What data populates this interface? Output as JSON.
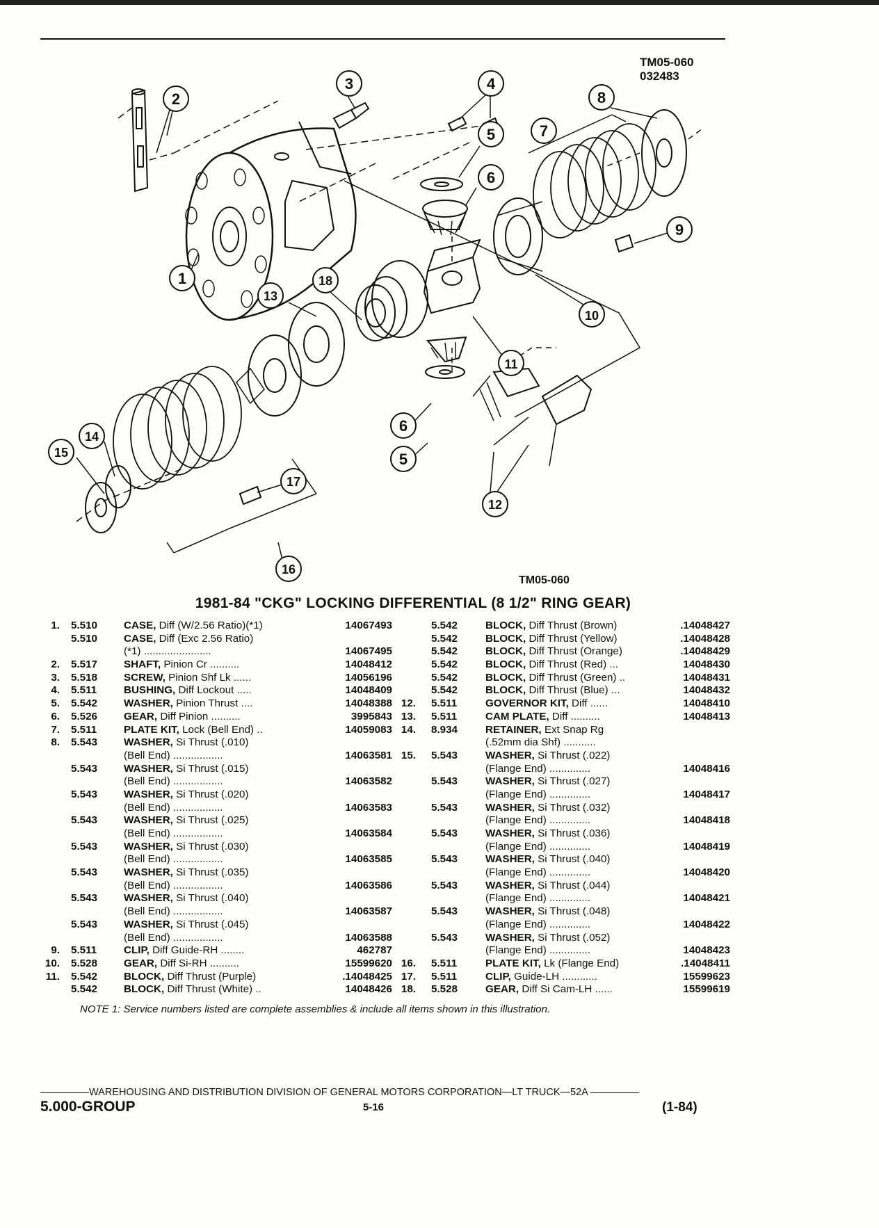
{
  "header": {
    "tm_code_top": "TM05-060",
    "tm_date": "032483",
    "tm_code_bottom": "TM05-060"
  },
  "diagram": {
    "callouts": [
      "1",
      "2",
      "3",
      "4",
      "5",
      "6",
      "7",
      "8",
      "9",
      "10",
      "11",
      "12",
      "13",
      "14",
      "15",
      "16",
      "17",
      "18",
      "6",
      "5"
    ]
  },
  "title": "1981-84 \"CKG\" LOCKING DIFFERENTIAL (8 1/2\" RING GEAR)",
  "parts_left": [
    {
      "num": "1.",
      "grp": "5.510",
      "name": "CASE,",
      "desc": " Diff (W/2.56 Ratio)(*1)",
      "pn": "14067493"
    },
    {
      "num": "",
      "grp": "5.510",
      "name": "CASE,",
      "desc": " Diff (Exc 2.56 Ratio)",
      "pn": ""
    },
    {
      "num": "",
      "grp": "",
      "name": "",
      "desc": "(*1) .......................",
      "pn": "14067495"
    },
    {
      "num": "2.",
      "grp": "5.517",
      "name": "SHAFT,",
      "desc": " Pinion Cr ..........",
      "pn": "14048412"
    },
    {
      "num": "3.",
      "grp": "5.518",
      "name": "SCREW,",
      "desc": " Pinion Shf Lk ......",
      "pn": "14056196"
    },
    {
      "num": "4.",
      "grp": "5.511",
      "name": "BUSHING,",
      "desc": " Diff Lockout .....",
      "pn": "14048409"
    },
    {
      "num": "5.",
      "grp": "5.542",
      "name": "WASHER,",
      "desc": " Pinion Thrust ....",
      "pn": "14048388"
    },
    {
      "num": "6.",
      "grp": "5.526",
      "name": "GEAR,",
      "desc": " Diff Pinion ..........",
      "pn": "3995843"
    },
    {
      "num": "7.",
      "grp": "5.511",
      "name": "PLATE KIT,",
      "desc": " Lock (Bell End) ..",
      "pn": "14059083"
    },
    {
      "num": "8.",
      "grp": "5.543",
      "name": "WASHER,",
      "desc": " Si Thrust (.010)",
      "pn": ""
    },
    {
      "num": "",
      "grp": "",
      "name": "",
      "desc": "(Bell End) .................",
      "pn": "14063581"
    },
    {
      "num": "",
      "grp": "5.543",
      "name": "WASHER,",
      "desc": " Si Thrust (.015)",
      "pn": ""
    },
    {
      "num": "",
      "grp": "",
      "name": "",
      "desc": "(Bell End) .................",
      "pn": "14063582"
    },
    {
      "num": "",
      "grp": "5.543",
      "name": "WASHER,",
      "desc": " Si Thrust (.020)",
      "pn": ""
    },
    {
      "num": "",
      "grp": "",
      "name": "",
      "desc": "(Bell End) .................",
      "pn": "14063583"
    },
    {
      "num": "",
      "grp": "5.543",
      "name": "WASHER,",
      "desc": " Si Thrust (.025)",
      "pn": ""
    },
    {
      "num": "",
      "grp": "",
      "name": "",
      "desc": "(Bell End) .................",
      "pn": "14063584"
    },
    {
      "num": "",
      "grp": "5.543",
      "name": "WASHER,",
      "desc": " Si Thrust (.030)",
      "pn": ""
    },
    {
      "num": "",
      "grp": "",
      "name": "",
      "desc": "(Bell End) .................",
      "pn": "14063585"
    },
    {
      "num": "",
      "grp": "5.543",
      "name": "WASHER,",
      "desc": " Si Thrust (.035)",
      "pn": ""
    },
    {
      "num": "",
      "grp": "",
      "name": "",
      "desc": "(Bell End) .................",
      "pn": "14063586"
    },
    {
      "num": "",
      "grp": "5.543",
      "name": "WASHER,",
      "desc": " Si Thrust (.040)",
      "pn": ""
    },
    {
      "num": "",
      "grp": "",
      "name": "",
      "desc": "(Bell End) .................",
      "pn": "14063587"
    },
    {
      "num": "",
      "grp": "5.543",
      "name": "WASHER,",
      "desc": " Si Thrust (.045)",
      "pn": ""
    },
    {
      "num": "",
      "grp": "",
      "name": "",
      "desc": "(Bell End) .................",
      "pn": "14063588"
    },
    {
      "num": "9.",
      "grp": "5.511",
      "name": "CLIP,",
      "desc": " Diff Guide-RH ........",
      "pn": "462787"
    },
    {
      "num": "10.",
      "grp": "5.528",
      "name": "GEAR,",
      "desc": " Diff Si-RH ..........",
      "pn": "15599620"
    },
    {
      "num": "11.",
      "grp": "5.542",
      "name": "BLOCK,",
      "desc": " Diff Thrust (Purple)",
      "pn": ".14048425"
    },
    {
      "num": "",
      "grp": "5.542",
      "name": "BLOCK,",
      "desc": " Diff Thrust (White) ..",
      "pn": "14048426"
    }
  ],
  "parts_right": [
    {
      "num": "",
      "grp": "5.542",
      "name": "BLOCK,",
      "desc": " Diff Thrust (Brown)",
      "pn": ".14048427"
    },
    {
      "num": "",
      "grp": "5.542",
      "name": "BLOCK,",
      "desc": " Diff Thrust (Yellow)",
      "pn": ".14048428"
    },
    {
      "num": "",
      "grp": "5.542",
      "name": "BLOCK,",
      "desc": " Diff Thrust (Orange)",
      "pn": ".14048429"
    },
    {
      "num": "",
      "grp": "5.542",
      "name": "BLOCK,",
      "desc": " Diff Thrust (Red) ...",
      "pn": "14048430"
    },
    {
      "num": "",
      "grp": "5.542",
      "name": "BLOCK,",
      "desc": " Diff Thrust (Green) ..",
      "pn": "14048431"
    },
    {
      "num": "",
      "grp": "5.542",
      "name": "BLOCK,",
      "desc": " Diff Thrust (Blue) ...",
      "pn": "14048432"
    },
    {
      "num": "12.",
      "grp": "5.511",
      "name": "GOVERNOR KIT,",
      "desc": " Diff ......",
      "pn": "14048410"
    },
    {
      "num": "13.",
      "grp": "5.511",
      "name": "CAM PLATE,",
      "desc": " Diff ..........",
      "pn": "14048413"
    },
    {
      "num": "14.",
      "grp": "8.934",
      "name": "RETAINER,",
      "desc": " Ext Snap Rg",
      "pn": ""
    },
    {
      "num": "",
      "grp": "",
      "name": "",
      "desc": "(.52mm dia Shf) ...........",
      "pn": ""
    },
    {
      "num": "15.",
      "grp": "5.543",
      "name": "WASHER,",
      "desc": " Si Thrust (.022)",
      "pn": ""
    },
    {
      "num": "",
      "grp": "",
      "name": "",
      "desc": "(Flange End) ..............",
      "pn": "14048416"
    },
    {
      "num": "",
      "grp": "5.543",
      "name": "WASHER,",
      "desc": " Si Thrust (.027)",
      "pn": ""
    },
    {
      "num": "",
      "grp": "",
      "name": "",
      "desc": "(Flange End) ..............",
      "pn": "14048417"
    },
    {
      "num": "",
      "grp": "5.543",
      "name": "WASHER,",
      "desc": " Si Thrust (.032)",
      "pn": ""
    },
    {
      "num": "",
      "grp": "",
      "name": "",
      "desc": "(Flange End) ..............",
      "pn": "14048418"
    },
    {
      "num": "",
      "grp": "5.543",
      "name": "WASHER,",
      "desc": " Si Thrust (.036)",
      "pn": ""
    },
    {
      "num": "",
      "grp": "",
      "name": "",
      "desc": "(Flange End) ..............",
      "pn": "14048419"
    },
    {
      "num": "",
      "grp": "5.543",
      "name": "WASHER,",
      "desc": " Si Thrust (.040)",
      "pn": ""
    },
    {
      "num": "",
      "grp": "",
      "name": "",
      "desc": "(Flange End) ..............",
      "pn": "14048420"
    },
    {
      "num": "",
      "grp": "5.543",
      "name": "WASHER,",
      "desc": " Si Thrust (.044)",
      "pn": ""
    },
    {
      "num": "",
      "grp": "",
      "name": "",
      "desc": "(Flange End) ..............",
      "pn": "14048421"
    },
    {
      "num": "",
      "grp": "5.543",
      "name": "WASHER,",
      "desc": " Si Thrust (.048)",
      "pn": ""
    },
    {
      "num": "",
      "grp": "",
      "name": "",
      "desc": "(Flange End) ..............",
      "pn": "14048422"
    },
    {
      "num": "",
      "grp": "5.543",
      "name": "WASHER,",
      "desc": " Si Thrust (.052)",
      "pn": ""
    },
    {
      "num": "",
      "grp": "",
      "name": "",
      "desc": "(Flange End) ..............",
      "pn": "14048423"
    },
    {
      "num": "16.",
      "grp": "5.511",
      "name": "PLATE KIT,",
      "desc": " Lk (Flange End)",
      "pn": ".14048411"
    },
    {
      "num": "17.",
      "grp": "5.511",
      "name": "CLIP,",
      "desc": " Guide-LH ............",
      "pn": "15599623"
    },
    {
      "num": "18.",
      "grp": "5.528",
      "name": "GEAR,",
      "desc": " Diff Si Cam-LH ......",
      "pn": "15599619"
    }
  ],
  "note": "NOTE 1: Service numbers listed are complete assemblies & include all items shown in this illustration.",
  "footer": {
    "division": "WAREHOUSING AND DISTRIBUTION DIVISION OF GENERAL MOTORS CORPORATION—LT TRUCK—52A",
    "group": "5.000-GROUP",
    "page": "5-16",
    "date": "(1-84)"
  }
}
